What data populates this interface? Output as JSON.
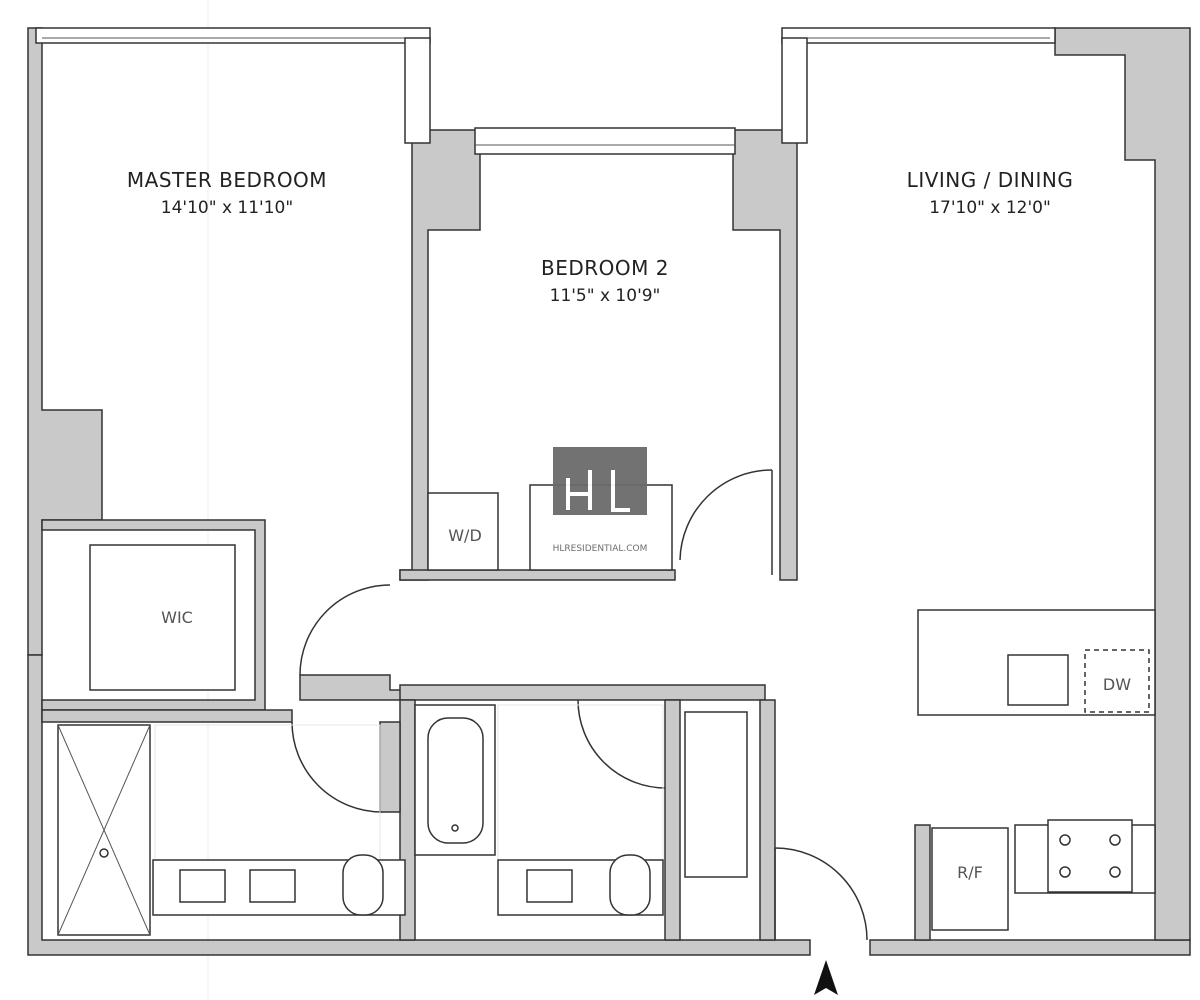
{
  "rooms": {
    "master_bedroom": {
      "name": "MASTER BEDROOM",
      "size": "14'10\" x 11'10\""
    },
    "bedroom_2": {
      "name": "BEDROOM 2",
      "size": "11'5\" x 10'9\""
    },
    "living_dining": {
      "name": "LIVING / DINING",
      "size": "17'10\" x 12'0\""
    }
  },
  "fixtures": {
    "washer_dryer": "W/D",
    "walk_in_closet": "WIC",
    "dishwasher": "DW",
    "refrigerator": "R/F"
  },
  "watermark": {
    "logo": "HL",
    "text": "HLRESIDENTIAL.COM",
    "color": "#6b6b6b"
  },
  "colors": {
    "wall": "#c9c9c9",
    "line": "#333333"
  },
  "compass": "north-arrow-icon"
}
